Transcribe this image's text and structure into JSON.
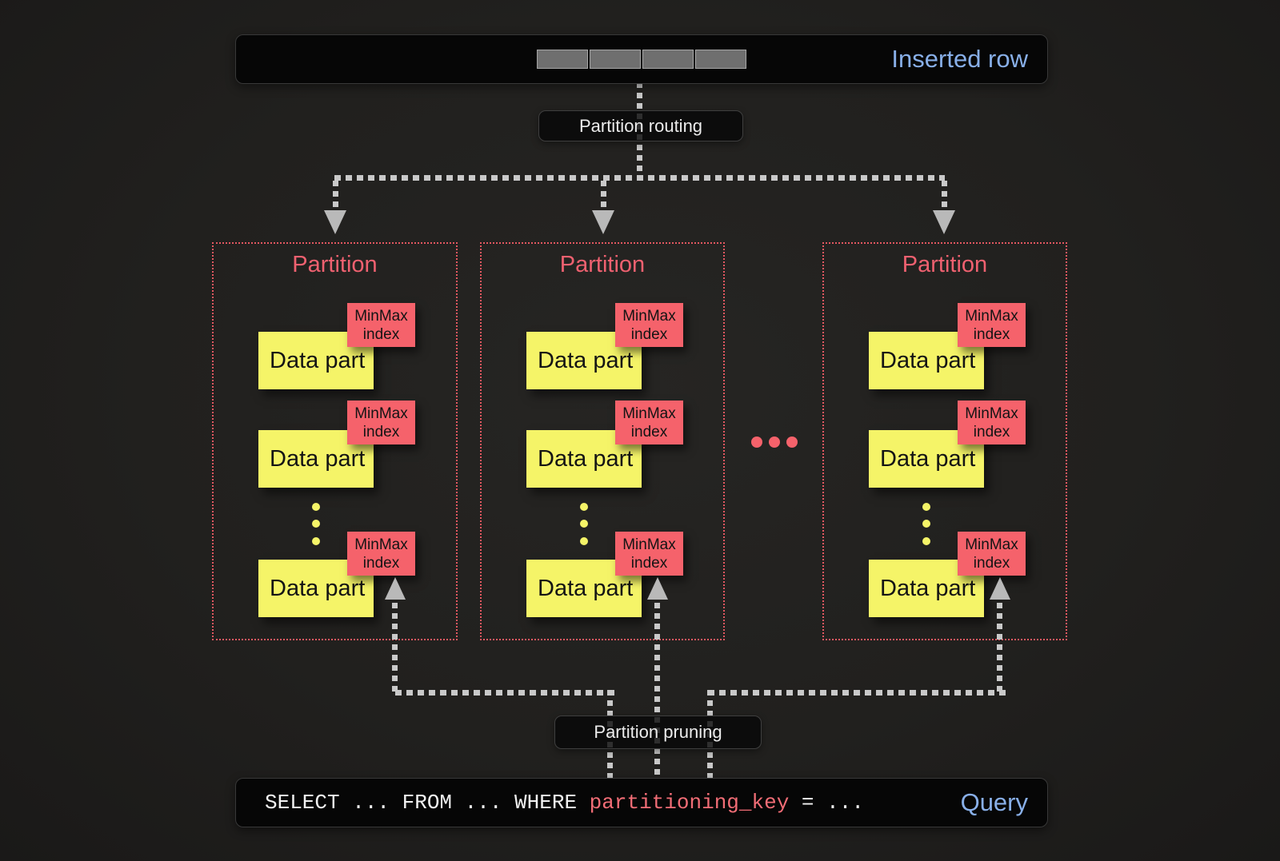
{
  "colors": {
    "background": "#21201e",
    "bar_background": "#060606",
    "accent_blue": "#88afe8",
    "partition_border_red": "#e25760",
    "partition_title_red": "#ef6170",
    "minmax_red": "#f5626b",
    "datapart_yellow": "#f5f468",
    "dash_gray": "#c9c9c9",
    "arrow_gray": "#b9b9b9",
    "sql_white": "#f2f2f2",
    "sql_red": "#f26d76",
    "segment_gray": "#6f6f6f"
  },
  "inserted_row_bar": {
    "label": "Inserted row",
    "segment_count": 4
  },
  "labels": {
    "routing": "Partition routing",
    "pruning": "Partition pruning"
  },
  "partitions": [
    {
      "title": "Partition",
      "parts": [
        {
          "part": "Data part",
          "index": "MinMax index"
        },
        {
          "part": "Data part",
          "index": "MinMax index"
        },
        {
          "part": "Data part",
          "index": "MinMax index"
        }
      ]
    },
    {
      "title": "Partition",
      "parts": [
        {
          "part": "Data part",
          "index": "MinMax index"
        },
        {
          "part": "Data part",
          "index": "MinMax index"
        },
        {
          "part": "Data part",
          "index": "MinMax index"
        }
      ]
    },
    {
      "title": "Partition",
      "parts": [
        {
          "part": "Data part",
          "index": "MinMax index"
        },
        {
          "part": "Data part",
          "index": "MinMax index"
        },
        {
          "part": "Data part",
          "index": "MinMax index"
        }
      ]
    }
  ],
  "ellipsis": {
    "between_partitions_dots": 3,
    "more_parts_dots_per_partition": 3
  },
  "query_bar": {
    "sql_prefix": "SELECT ... FROM ... WHERE ",
    "sql_key": "partitioning_key",
    "sql_suffix": " = ...",
    "label": "Query"
  }
}
